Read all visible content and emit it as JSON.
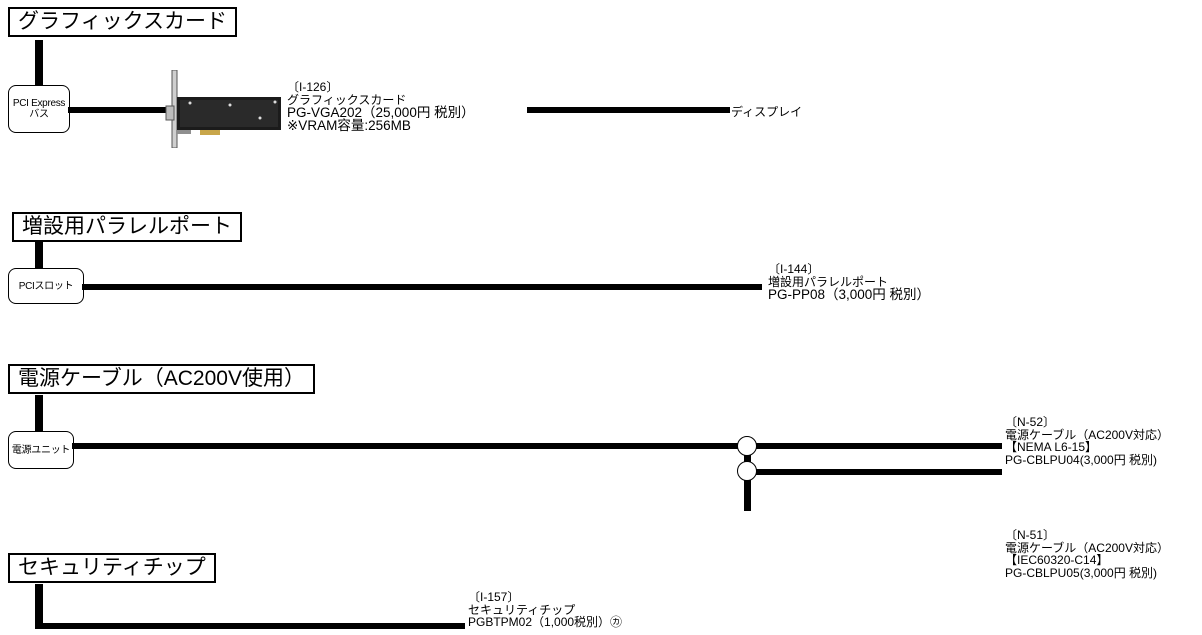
{
  "sections": [
    {
      "title": "グラフィックスカード",
      "node": [
        "PCI Express",
        "バス"
      ],
      "product": [
        "〔I-126〕",
        "グラフィックスカード",
        "PG-VGA202（25,000円  税別）",
        "※VRAM容量:256MB"
      ],
      "target": "ディスプレイ"
    },
    {
      "title": "増設用パラレルポート",
      "node": [
        "PCIスロット"
      ],
      "product": [
        "〔I-144〕",
        "増設用パラレルポート",
        "PG-PP08（3,000円  税別）"
      ]
    },
    {
      "title": "電源ケーブル（AC200V使用）",
      "node": [
        "電源ユニット"
      ],
      "products": [
        [
          "〔N-52〕",
          "電源ケーブル（AC200V対応）",
          "【NEMA L6-15】",
          "PG-CBLPU04(3,000円 税別)"
        ],
        [
          "〔N-51〕",
          "電源ケーブル（AC200V対応）",
          "【IEC60320-C14】",
          "PG-CBLPU05(3,000円 税別)"
        ]
      ]
    },
    {
      "title": "セキュリティチップ",
      "product": [
        "〔I-157〕",
        "セキュリティチップ",
        "PGBTPM02（1,000税別）㋕"
      ]
    }
  ]
}
